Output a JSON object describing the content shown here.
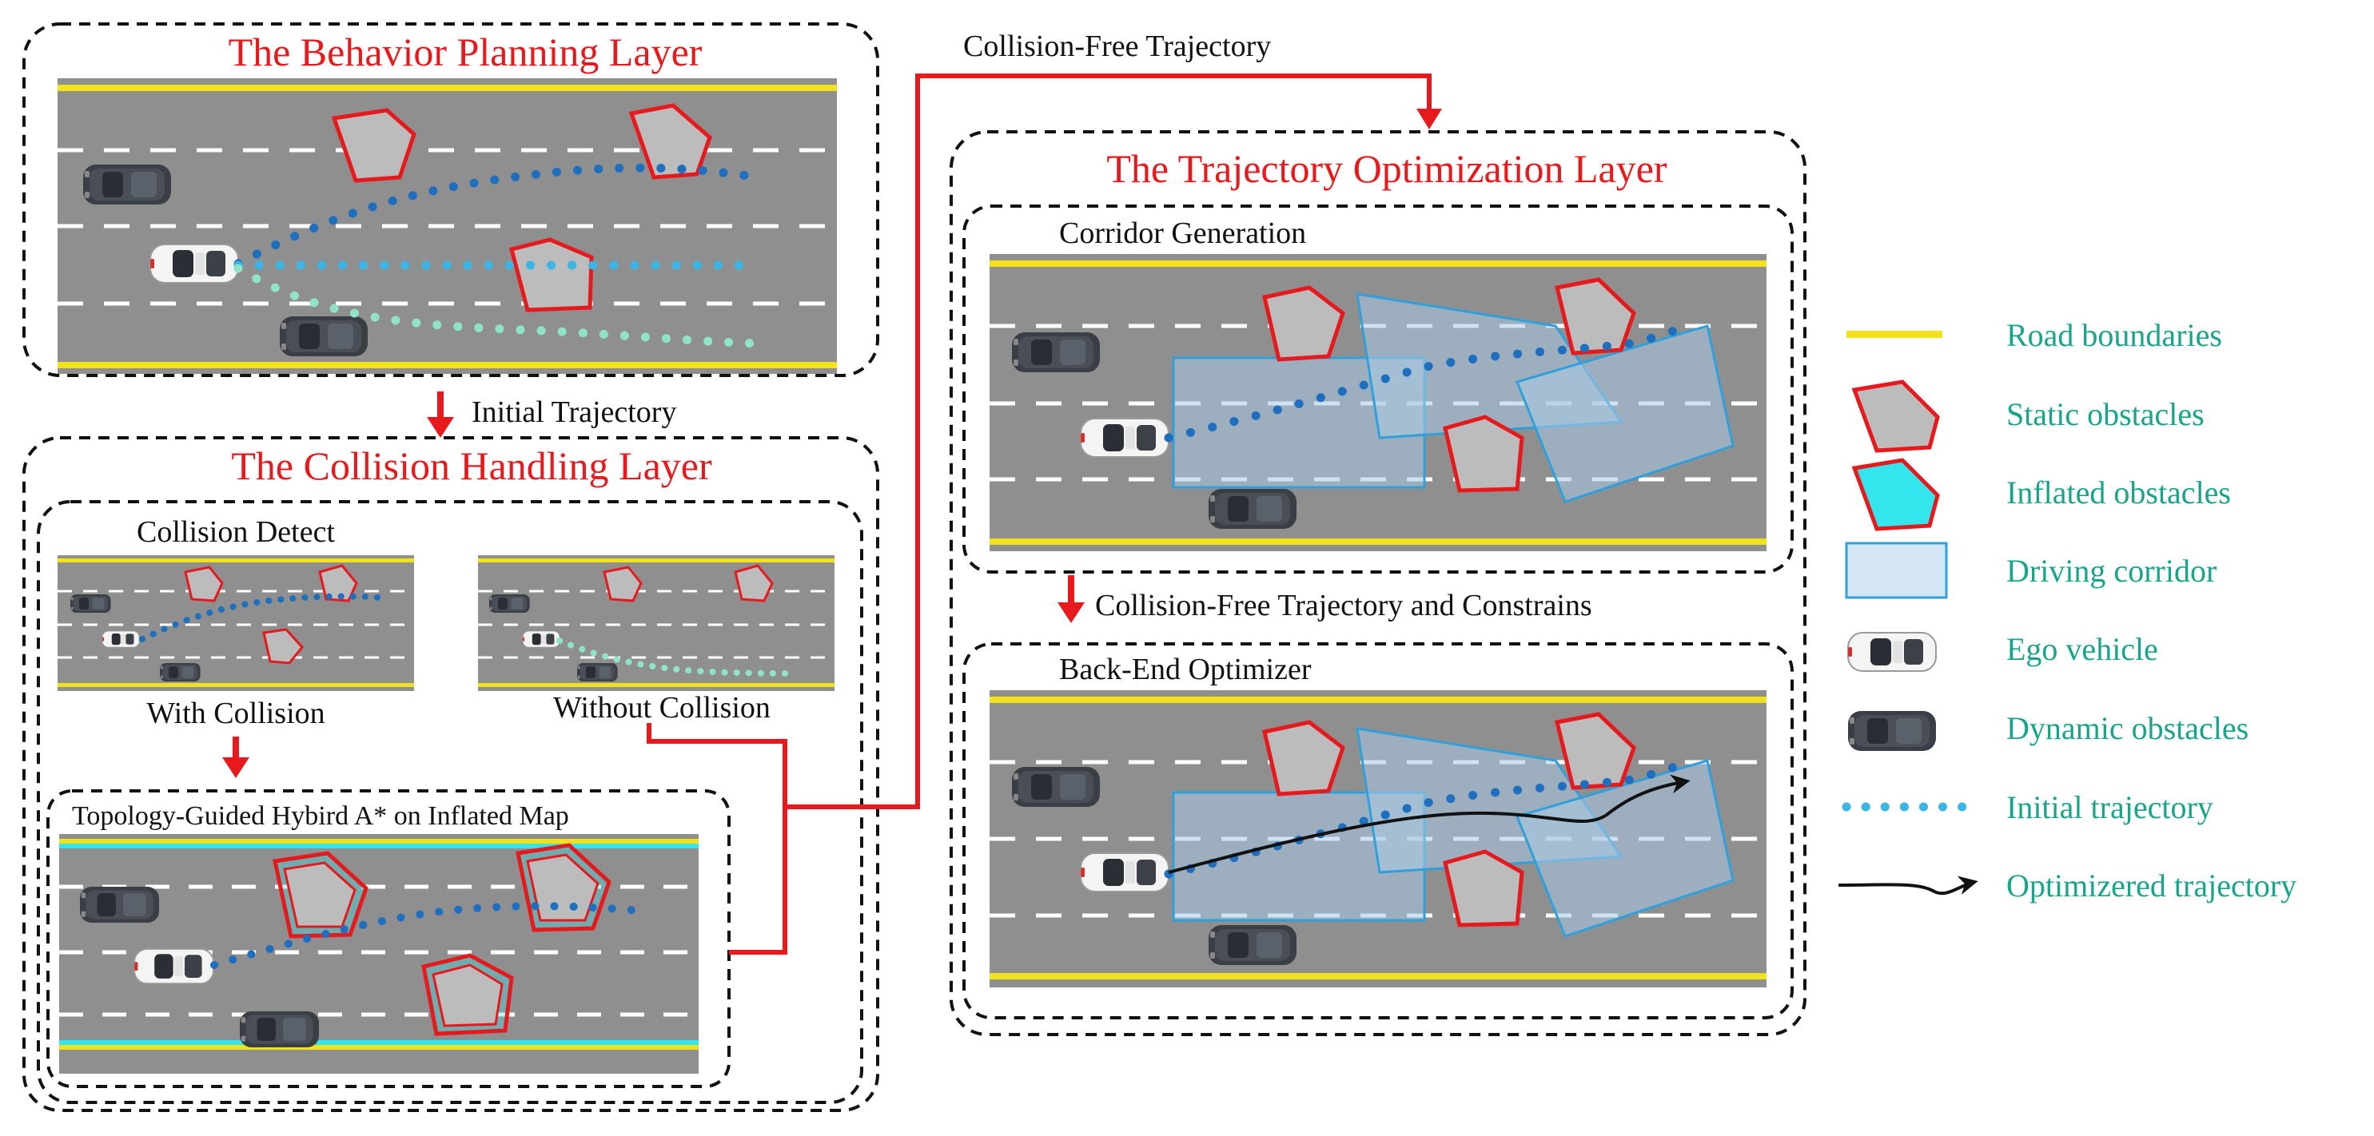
{
  "colors": {
    "road": "#8f8f8f",
    "road_boundary": "#f2e21b",
    "lane_dash": "#ffffff",
    "static_obstacle_fill": "#bcbcbc",
    "static_obstacle_stroke": "#e8191c",
    "inflated_obstacle_fill": "#33e6ee",
    "corridor_fill": "#a9cbe6",
    "corridor_stroke": "#2fa0dc",
    "initial_trajectory": "#1f6fc1",
    "sample_trajectory_light": "#8fe3c9",
    "sample_trajectory_cyan": "#39b6e6",
    "flow_arrow": "#e8191c",
    "title_red": "#e8191c",
    "legend_text": "#17a589"
  },
  "layers": {
    "behavior": {
      "title": "The Behavior Planning Layer"
    },
    "collision": {
      "title": "The Collision Handling Layer",
      "detect_label": "Collision Detect",
      "with_collision": "With Collision",
      "without_collision": "Without Collision",
      "hybrid_astar": "Topology-Guided Hybird A* on Inflated Map"
    },
    "optimization": {
      "title": "The Trajectory Optimization Layer",
      "corridor_generation": "Corridor Generation",
      "backend_optimizer": "Back-End Optimizer"
    }
  },
  "flows": {
    "initial_trajectory": "Initial  Trajectory",
    "collision_free_top": "Collision-Free Trajectory",
    "collision_free_constraints": "Collision-Free Trajectory and Constrains"
  },
  "legend": [
    {
      "icon": "road-boundary-line-icon",
      "label": "Road boundaries"
    },
    {
      "icon": "static-obstacle-icon",
      "label": "Static obstacles"
    },
    {
      "icon": "inflated-obstacle-icon",
      "label": "Inflated obstacles"
    },
    {
      "icon": "driving-corridor-icon",
      "label": "Driving corridor"
    },
    {
      "icon": "ego-vehicle-icon",
      "label": "Ego vehicle"
    },
    {
      "icon": "dynamic-obstacle-icon",
      "label": "Dynamic obstacles"
    },
    {
      "icon": "initial-trajectory-dots-icon",
      "label": "Initial trajectory"
    },
    {
      "icon": "optimized-trajectory-arrow-icon",
      "label": "Optimizered trajectory"
    }
  ]
}
